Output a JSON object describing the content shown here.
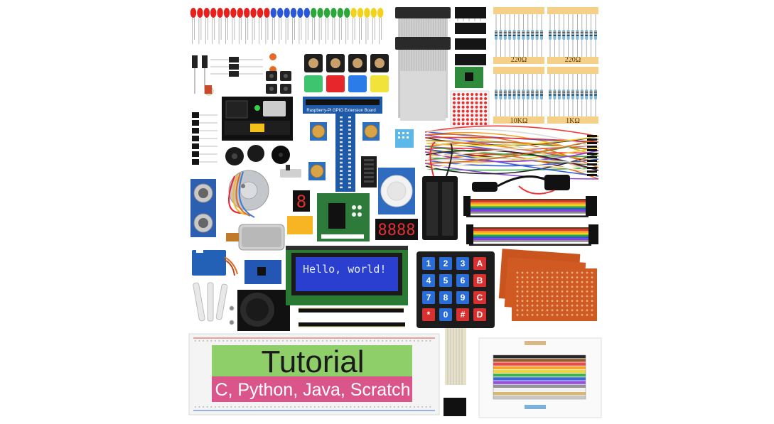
{
  "resistor_packs": [
    {
      "label": "220Ω"
    },
    {
      "label": "220Ω"
    },
    {
      "label": "10KΩ"
    },
    {
      "label": "1KΩ"
    }
  ],
  "gpio_board": {
    "label": "Raspberry-Pi GPIO Extension Board"
  },
  "lcd": {
    "text": "Hello, world!"
  },
  "keypad": {
    "keys": [
      "1",
      "2",
      "3",
      "A",
      "4",
      "5",
      "6",
      "B",
      "7",
      "8",
      "9",
      "C",
      "*",
      "0",
      "#",
      "D"
    ]
  },
  "tutorial": {
    "title": "Tutorial",
    "subtitle": "C, Python, Java, Scratch"
  },
  "colors": {
    "led_red": "#e8201c",
    "led_blue": "#2a56d8",
    "led_green": "#2ca83a",
    "led_yellow": "#f4d21c",
    "pcb_blue": "#1f5aa8",
    "pcb_green": "#2f7d3a",
    "lcd_blue": "#2a3fd0",
    "breadboard_green": "#8fcf6a",
    "breadboard_pink": "#d9558a",
    "proto_board": "#c9541e",
    "keypad_dark": "#1c1c1c"
  }
}
